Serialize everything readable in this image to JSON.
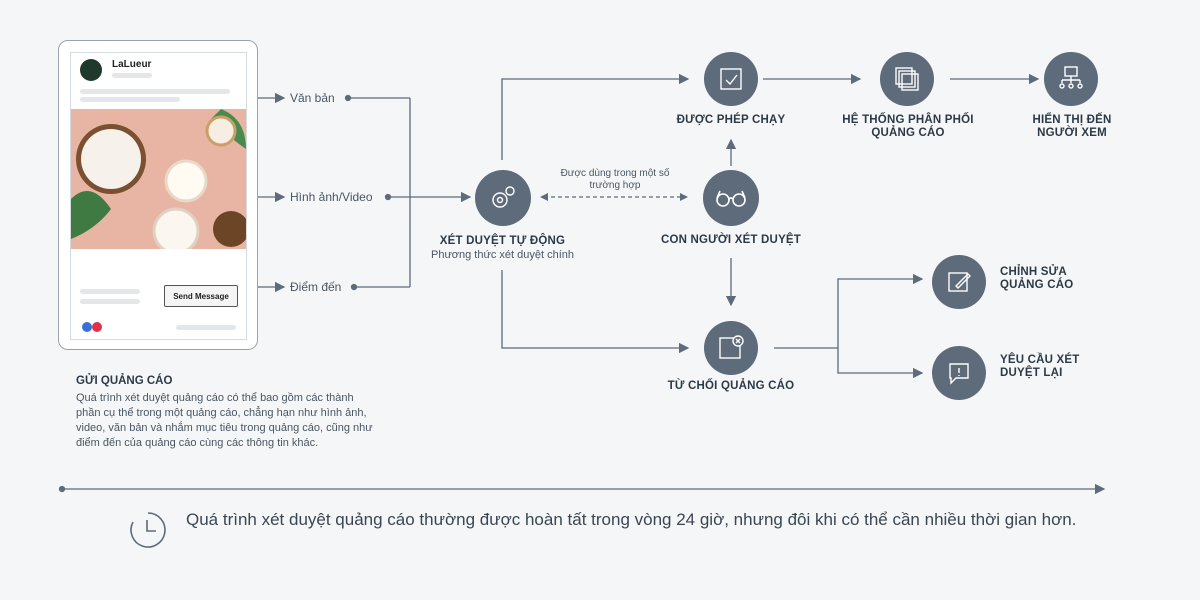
{
  "ad": {
    "brand": "LaLueur",
    "cta": "Send Message"
  },
  "components": {
    "text": "Văn bản",
    "media": "Hình ảnh/Video",
    "destination": "Điểm đến"
  },
  "nodes": {
    "auto_review": "XÉT DUYỆT TỰ ĐỘNG",
    "auto_review_sub": "Phương thức xét duyệt chính",
    "approved": "ĐƯỢC PHÉP CHẠY",
    "delivery": "HỆ THỐNG PHÂN PHỐI QUẢNG CÁO",
    "shown": "HIỂN THỊ ĐẾN NGƯỜI XEM",
    "human_review": "CON NGƯỜI XÉT DUYỆT",
    "human_note": "Được dùng trong một số trường hợp",
    "rejected": "TỪ CHỐI QUẢNG CÁO",
    "edit": "CHỈNH SỬA QUẢNG CÁO",
    "request": "YÊU CẦU XÉT DUYỆT LẠI"
  },
  "submit": {
    "heading": "GỬI QUẢNG CÁO",
    "description": "Quá trình xét duyệt quảng cáo có thể bao gồm các thành phần cụ thể trong một quảng cáo, chẳng hạn như hình ảnh, video, văn bản và nhắm mục tiêu trong quảng cáo, cũng như điểm đến của quảng cáo cùng các thông tin khác."
  },
  "footer": {
    "note": "Quá trình xét duyệt quảng cáo thường được hoàn tất trong vòng 24 giờ, nhưng đôi khi có thể cần nhiều thời gian hơn."
  },
  "colors": {
    "node": "#5d6b7a",
    "line": "#5d6b7a",
    "background": "#f5f6f7"
  }
}
